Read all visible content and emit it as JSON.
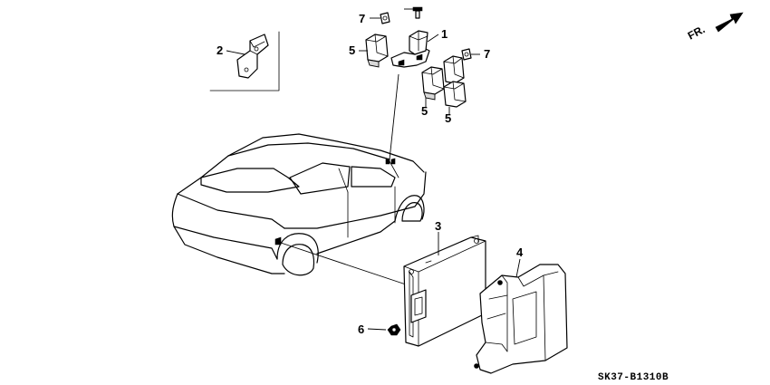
{
  "diagram": {
    "direction_label": "FR.",
    "catalog_code": "SK37-B1310B",
    "callouts": {
      "c1": "1",
      "c2": "2",
      "c3": "3",
      "c4": "4",
      "c5a": "5",
      "c5b": "5",
      "c5c": "5",
      "c6": "6",
      "c7a": "7",
      "c7b": "7"
    }
  }
}
